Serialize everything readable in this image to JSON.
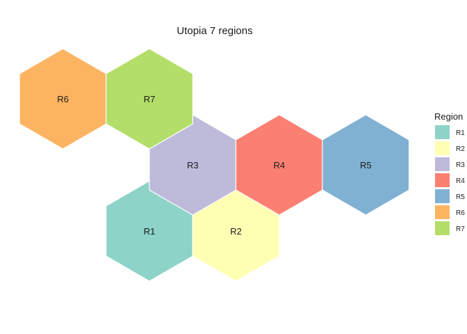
{
  "chart_data": {
    "type": "hexmap",
    "title": "Utopia 7 regions",
    "legend": {
      "title": "Region",
      "placement": "right"
    },
    "regions": [
      {
        "label": "R1",
        "col": 0,
        "row": 0,
        "color": "#8DD3C7"
      },
      {
        "label": "R2",
        "col": 1,
        "row": 0,
        "color": "#FFFFB3"
      },
      {
        "label": "R3",
        "col": 0.5,
        "row": 1,
        "color": "#BEBADA"
      },
      {
        "label": "R4",
        "col": 1.5,
        "row": 1,
        "color": "#FB8072"
      },
      {
        "label": "R5",
        "col": 2.5,
        "row": 1,
        "color": "#80B1D3"
      },
      {
        "label": "R6",
        "col": -1,
        "row": 2,
        "color": "#FDB462"
      },
      {
        "label": "R7",
        "col": 0,
        "row": 2,
        "color": "#B3DE69"
      }
    ]
  }
}
